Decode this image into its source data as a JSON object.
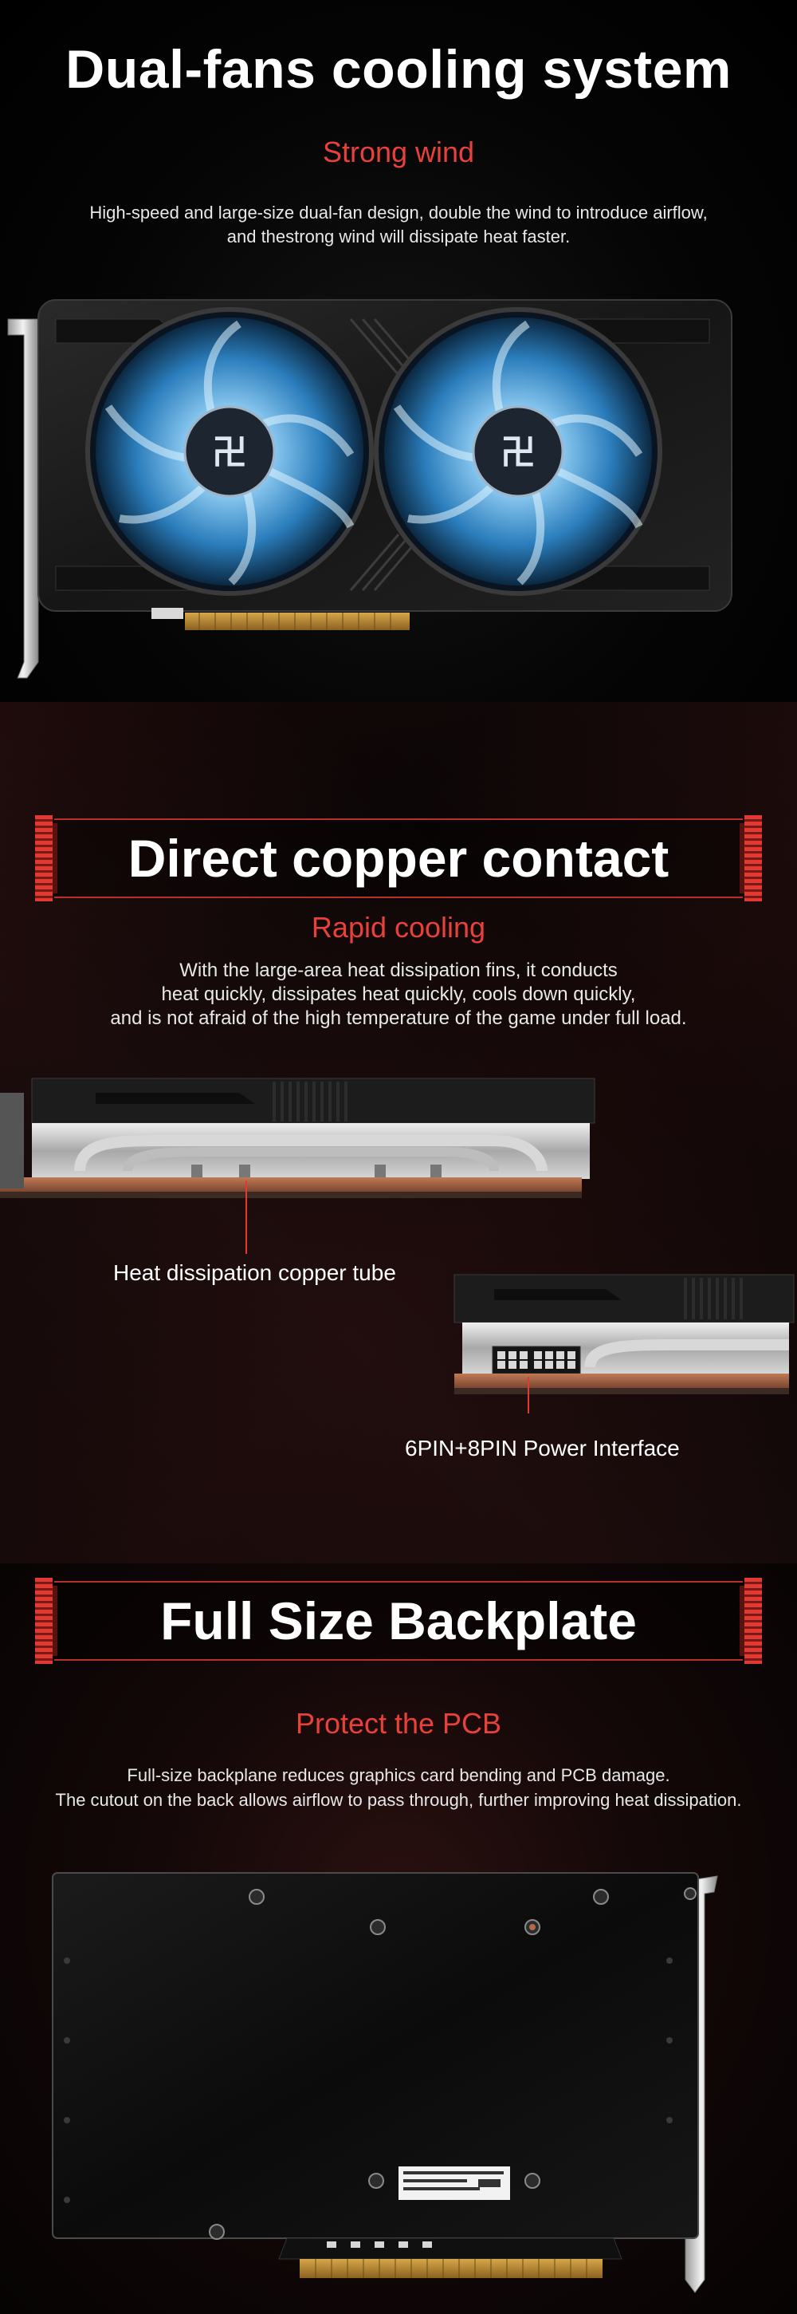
{
  "section1": {
    "title": "Dual-fans cooling system",
    "subtitle": "Strong wind",
    "description": [
      "High-speed and large-size dual-fan design, double the wind to introduce airflow,",
      "and thestrong wind will dissipate heat faster."
    ]
  },
  "section2": {
    "title": "Direct copper contact",
    "subtitle": "Rapid cooling",
    "description": [
      "With the large-area heat dissipation fins, it conducts",
      "heat quickly, dissipates heat quickly, cools down quickly,",
      "and is not afraid of the high temperature of the game under full load."
    ],
    "callout_copper_tube": "Heat dissipation copper tube",
    "callout_power": "6PIN+8PIN Power Interface"
  },
  "section3": {
    "title": "Full Size Backplate",
    "subtitle": "Protect the PCB",
    "description": [
      "Full-size backplane reduces graphics card bending and PCB damage.",
      "The cutout on the back allows airflow to pass through, further improving heat dissipation."
    ]
  },
  "colors": {
    "accent_red": "#e8413a",
    "frame_red": "#b9302a",
    "fan_glow": "#6fc4ff",
    "copper_pcb": "#b06a4a"
  },
  "icons": {
    "fan_logo": "brand-logo-icon"
  }
}
